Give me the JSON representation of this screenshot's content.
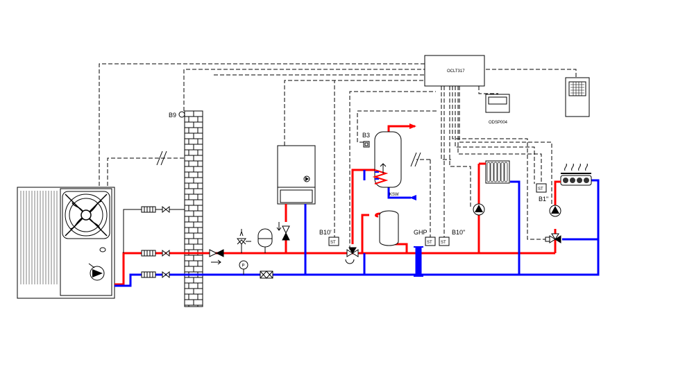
{
  "labels": {
    "controller": "OCLT317",
    "display": "ODSP004",
    "b9": "B9",
    "b3": "B3",
    "b10a": "B10'",
    "ghp": "GHP",
    "b10b": "B10\"",
    "b1": "B1\"",
    "ksw": "KSW",
    "st": "ST",
    "pressure": "P"
  },
  "colors": {
    "supply": "#ff0000",
    "return": "#0000ff",
    "brick": "#ffffff",
    "line": "#000000"
  }
}
